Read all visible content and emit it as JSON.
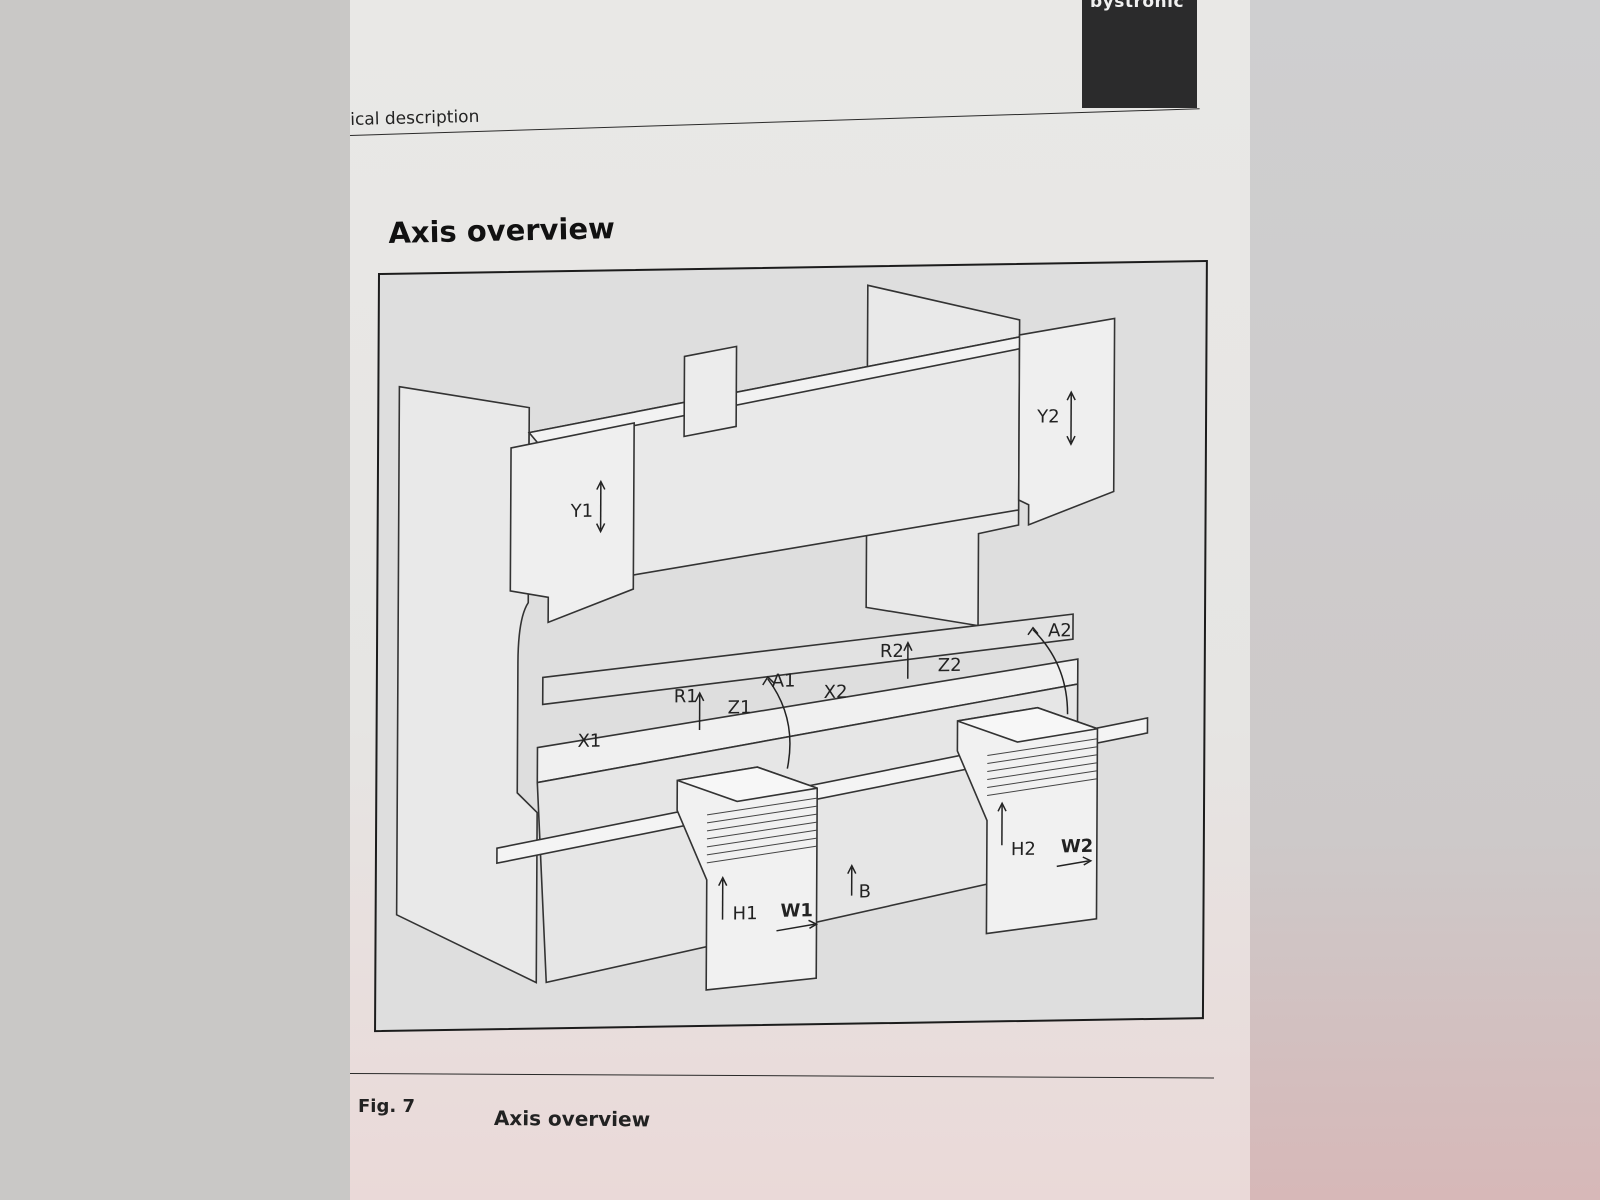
{
  "header": {
    "brand": "bystronic",
    "section_text": "ical description"
  },
  "section": {
    "title": "Axis overview"
  },
  "figure": {
    "axes": {
      "y1": "Y1",
      "y2": "Y2",
      "x1": "X1",
      "x2": "X2",
      "r1": "R1",
      "r2": "R2",
      "z1": "Z1",
      "z2": "Z2",
      "a1": "A1",
      "a2": "A2",
      "h1": "H1",
      "h2": "H2",
      "w1": "W1",
      "w2": "W2",
      "b": "B"
    }
  },
  "caption": {
    "number": "Fig. 7",
    "text": "Axis overview"
  },
  "colors": {
    "paper": "#e8e7e5",
    "figure_bg": "#dedede",
    "ink": "#222222",
    "logo_box": "#2b2b2c"
  }
}
